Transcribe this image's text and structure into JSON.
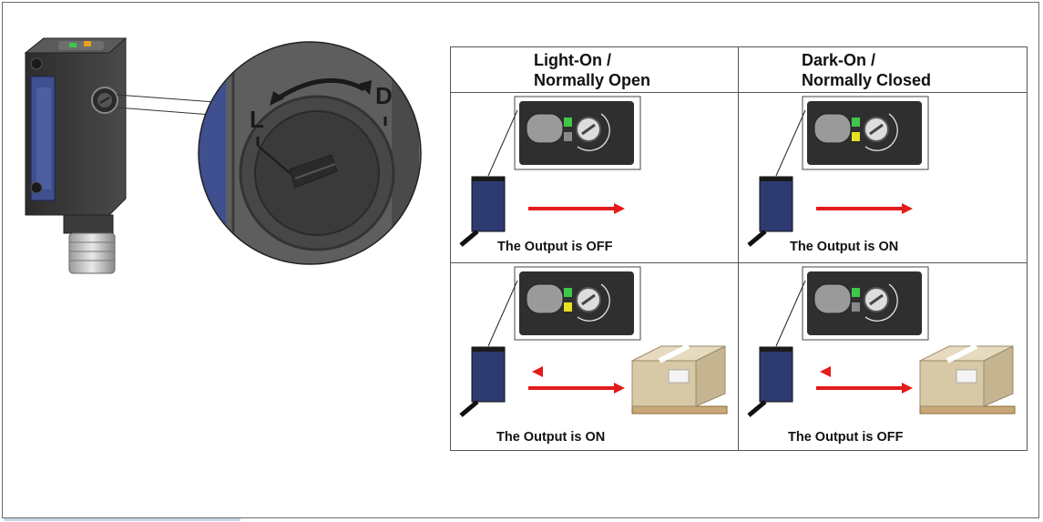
{
  "selector_labels": {
    "light": "L",
    "dark": "D"
  },
  "columns": [
    {
      "title_line1": "Light-On /",
      "title_line2": "Normally Open"
    },
    {
      "title_line1": "Dark-On /",
      "title_line2": "Normally Closed"
    }
  ],
  "cells": [
    {
      "output": "The Output is OFF",
      "indicator_color": "#8a8a8a"
    },
    {
      "output": "The Output is ON",
      "indicator_color": "#e8e020"
    },
    {
      "output": "The Output is ON",
      "indicator_color": "#e8e020"
    },
    {
      "output": "The Output is OFF",
      "indicator_color": "#8a8a8a"
    }
  ],
  "colors": {
    "arrow": "#e31b1b",
    "led_green": "#3ec84a",
    "led_yellow": "#e8e020",
    "sensor_blue": "#2d3a72",
    "box": "#d8c9a6"
  }
}
